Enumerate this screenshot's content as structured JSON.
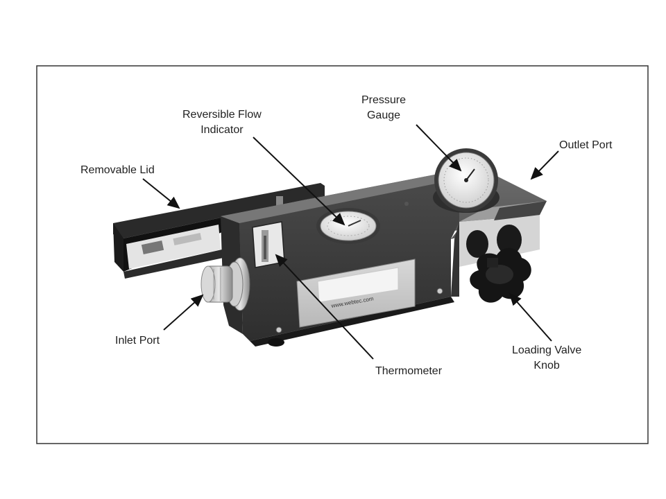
{
  "labels": {
    "pressure_gauge": [
      "Pressure",
      "Gauge"
    ],
    "reversible_flow_indicator": [
      "Reversible Flow",
      "Indicator"
    ],
    "outlet_port": "Outlet Port",
    "removable_lid": "Removable Lid",
    "inlet_port": "Inlet Port",
    "thermometer": "Thermometer",
    "loading_valve_knob": [
      "Loading Valve",
      "Knob"
    ]
  },
  "device": {
    "faceplate_text": "www.webtec.com"
  }
}
